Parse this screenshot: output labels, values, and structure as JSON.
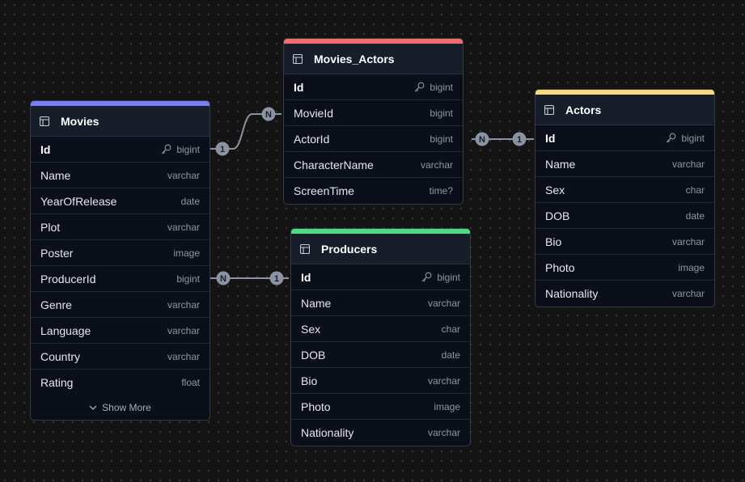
{
  "tables": {
    "movies": {
      "name": "Movies",
      "accent": "#7a7df7",
      "columns": [
        {
          "name": "Id",
          "type": "bigint"
        },
        {
          "name": "Name",
          "type": "varchar"
        },
        {
          "name": "YearOfRelease",
          "type": "date"
        },
        {
          "name": "Plot",
          "type": "varchar"
        },
        {
          "name": "Poster",
          "type": "image"
        },
        {
          "name": "ProducerId",
          "type": "bigint"
        },
        {
          "name": "Genre",
          "type": "varchar"
        },
        {
          "name": "Language",
          "type": "varchar"
        },
        {
          "name": "Country",
          "type": "varchar"
        },
        {
          "name": "Rating",
          "type": "float"
        }
      ],
      "show_more": "Show More"
    },
    "movies_actors": {
      "name": "Movies_Actors",
      "accent": "#f26d6d",
      "columns": [
        {
          "name": "Id",
          "type": "bigint"
        },
        {
          "name": "MovieId",
          "type": "bigint"
        },
        {
          "name": "ActorId",
          "type": "bigint"
        },
        {
          "name": "CharacterName",
          "type": "varchar"
        },
        {
          "name": "ScreenTime",
          "type": "time?"
        }
      ]
    },
    "actors": {
      "name": "Actors",
      "accent": "#f5d97a",
      "columns": [
        {
          "name": "Id",
          "type": "bigint"
        },
        {
          "name": "Name",
          "type": "varchar"
        },
        {
          "name": "Sex",
          "type": "char"
        },
        {
          "name": "DOB",
          "type": "date"
        },
        {
          "name": "Bio",
          "type": "varchar"
        },
        {
          "name": "Photo",
          "type": "image"
        },
        {
          "name": "Nationality",
          "type": "varchar"
        }
      ]
    },
    "producers": {
      "name": "Producers",
      "accent": "#4ade80",
      "columns": [
        {
          "name": "Id",
          "type": "bigint"
        },
        {
          "name": "Name",
          "type": "varchar"
        },
        {
          "name": "Sex",
          "type": "char"
        },
        {
          "name": "DOB",
          "type": "date"
        },
        {
          "name": "Bio",
          "type": "varchar"
        },
        {
          "name": "Photo",
          "type": "image"
        },
        {
          "name": "Nationality",
          "type": "varchar"
        }
      ]
    }
  },
  "relations": {
    "movies_to_movies_actors": {
      "from": "1",
      "to": "N"
    },
    "movies_actors_to_actors": {
      "from": "N",
      "to": "1"
    },
    "movies_to_producers": {
      "from": "N",
      "to": "1"
    }
  }
}
